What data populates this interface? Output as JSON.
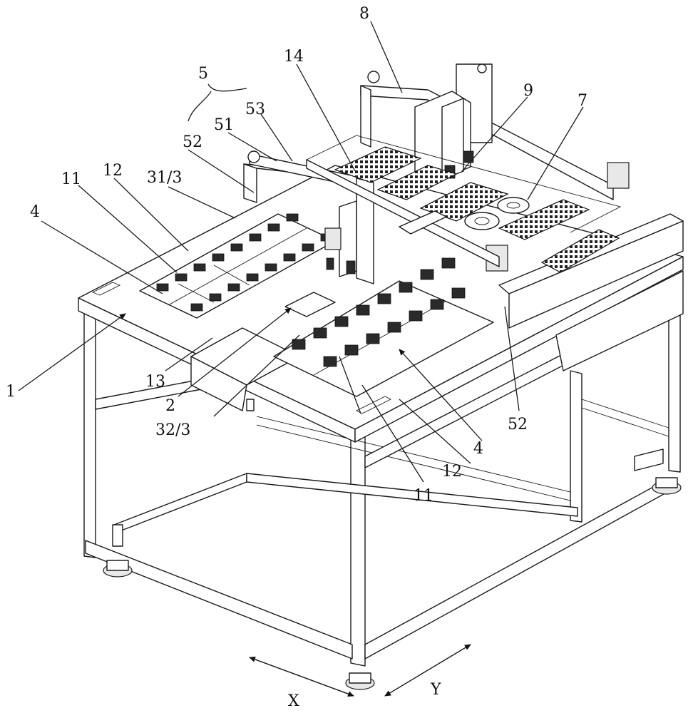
{
  "labels": {
    "l1": "1",
    "l2": "2",
    "l4a": "4",
    "l4b": "4",
    "l5": "5",
    "l7": "7",
    "l8": "8",
    "l9": "9",
    "l11a": "11",
    "l11b": "11",
    "l12a": "12",
    "l12b": "12",
    "l13": "13",
    "l14": "14",
    "l31": "31/3",
    "l32": "32/3",
    "l51": "51",
    "l52a": "52",
    "l52b": "52",
    "l53": "53"
  },
  "axes": {
    "x_label": "X",
    "y_label": "Y"
  }
}
